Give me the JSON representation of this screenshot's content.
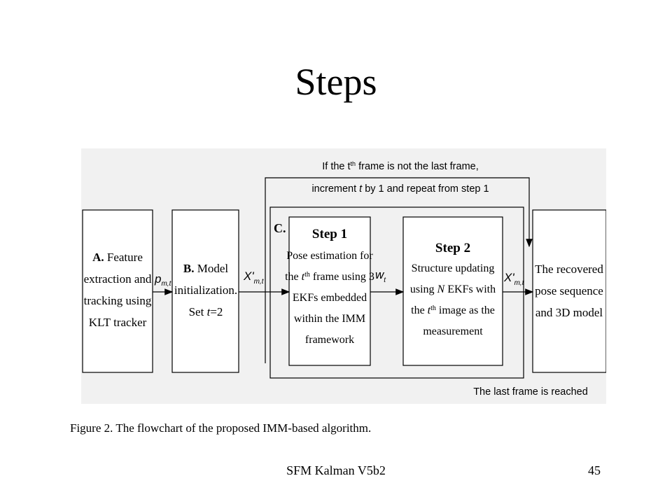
{
  "slide": {
    "title": "Steps",
    "footer_left": "SFM Kalman V5b2",
    "page_number": "45"
  },
  "figure": {
    "caption": "Figure 2. The flowchart of the proposed IMM-based algorithm.",
    "loop_label_line1": "If the t",
    "loop_label_sup": "th",
    "loop_label_line1_rest": " frame is not the last frame,",
    "loop_label_line2_pre": "increment ",
    "loop_label_line2_t": "t",
    "loop_label_line2_post": " by 1 and repeat from step 1",
    "end_label": "The last frame is reached",
    "group_label": "C.",
    "box_a": {
      "bold": "A.",
      "line1": " Feature",
      "line2": "extraction and",
      "line3": "tracking using",
      "line4": "KLT tracker"
    },
    "box_b": {
      "bold": "B.",
      "line1": " Model",
      "line2": "initialization.",
      "line3": "Set ",
      "line3_italic": "t",
      "line3_rest": "=2"
    },
    "step1": {
      "title": "Step 1",
      "line1": "Pose estimation for",
      "line2_pre": "the ",
      "line2_t": "t",
      "line2_sup": "th",
      "line2_post": " frame using 3",
      "line3": "EKFs embedded",
      "line4": "within the IMM",
      "line5": "framework"
    },
    "step2": {
      "title": "Step 2",
      "line1": "Structure updating",
      "line2_pre": "using ",
      "line2_n": "N",
      "line2_post": " EKFs with",
      "line3_pre": "the ",
      "line3_t": "t",
      "line3_sup": "th",
      "line3_post": " image as the",
      "line4": "measurement"
    },
    "box_out": {
      "line1": "The recovered",
      "line2": "pose sequence",
      "line3": "and 3D model"
    },
    "arrow_labels": {
      "p_base": "p",
      "p_sub": "m,t",
      "x1_base": "X'",
      "x1_sub": "m,t",
      "w_base": "w",
      "w_sub": "t",
      "x2_base": "X'",
      "x2_sub": "m,t"
    }
  }
}
